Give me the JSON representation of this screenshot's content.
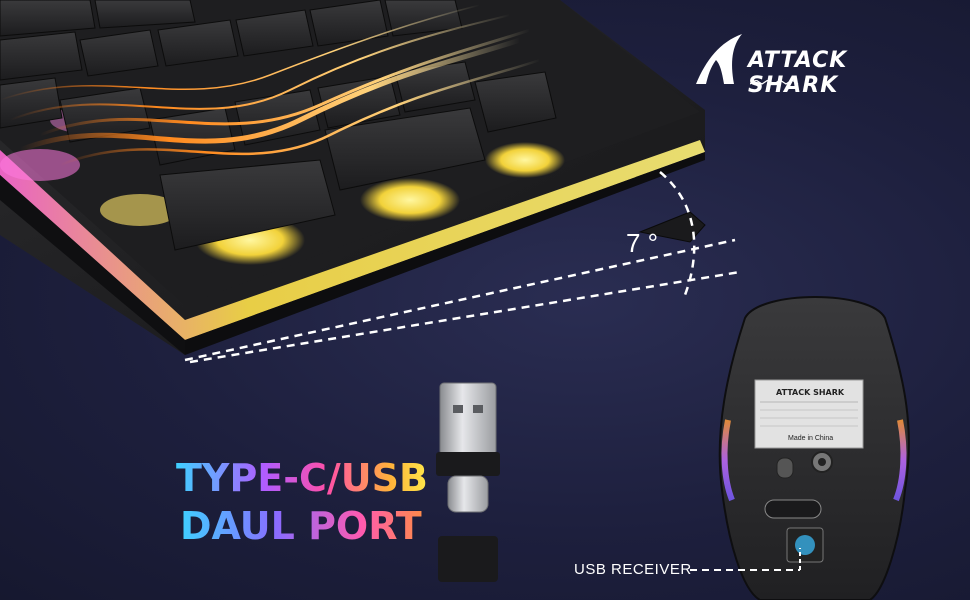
{
  "brand": {
    "name": "ATTACK SHARK"
  },
  "keyboard": {
    "tilt_angle": "7 °"
  },
  "adapter": {
    "line1": "TYPE-C/USB",
    "line2": "DAUL PORT"
  },
  "mouse": {
    "callout": "USB RECEIVER",
    "label_brand": "ATTACK SHARK",
    "label_origin": "Made in China"
  }
}
